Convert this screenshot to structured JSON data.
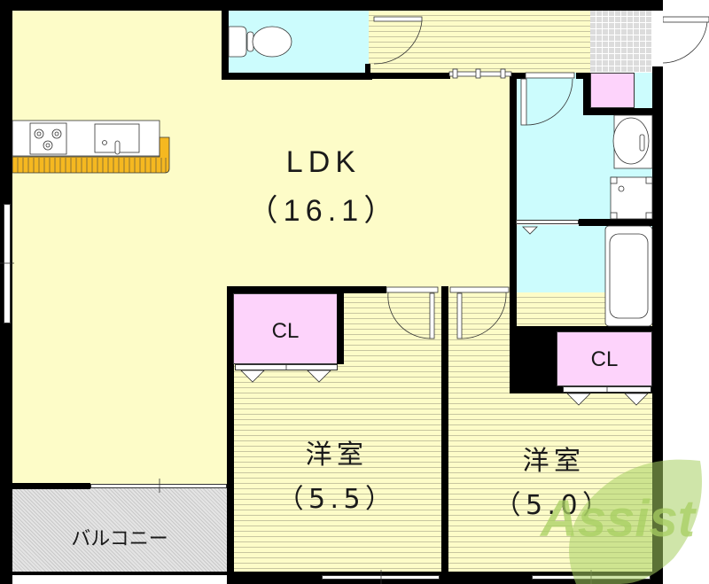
{
  "floorplan": {
    "rooms": {
      "ldk": {
        "name": "LDK",
        "size": "（16.1）"
      },
      "western_room_1": {
        "name": "洋室",
        "size": "（5.5）"
      },
      "western_room_2": {
        "name": "洋室",
        "size": "（5.0）"
      },
      "closet_1": {
        "name": "CL"
      },
      "closet_2": {
        "name": "CL"
      },
      "balcony": {
        "name": "バルコニー"
      }
    },
    "fixtures": [
      "toilet-icon",
      "stove-icon",
      "sink-icon",
      "washbasin-icon",
      "washing-machine-pan-icon",
      "bathtub-icon",
      "shoe-closet-icon"
    ],
    "colors": {
      "ldk_floor": "#fdfcc8",
      "wet_area": "#ccfcfd",
      "closet": "#fdd3fb",
      "kitchen_counter": "#f5b820",
      "entrance_tile": "#dcdcdc",
      "balcony": "#e4e4e4",
      "watermark": "#a8cf62"
    },
    "watermark": {
      "text": "Assist"
    }
  }
}
